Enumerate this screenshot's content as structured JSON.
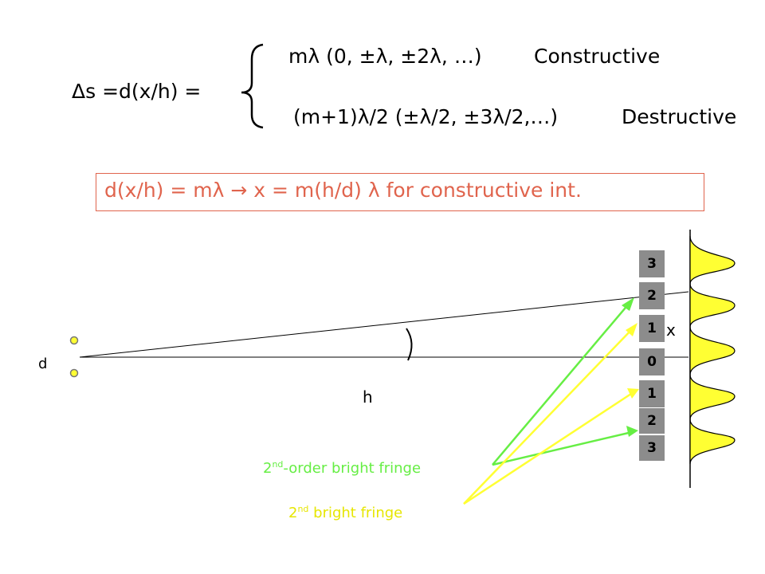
{
  "equation": {
    "lhs": "Δs =d(x/h) =",
    "constructive_expr": "mλ (0, ±λ, ±2λ, …)",
    "constructive_label": "Constructive",
    "destructive_expr": "(m+1)λ/2 (±λ/2, ±3λ/2,…)",
    "destructive_label": "Destructive"
  },
  "condition_box": {
    "text": "d(x/h) = mλ  →  x = m(h/d) λ  for constructive int."
  },
  "diagram": {
    "slit_label": "d",
    "distance_label": "h",
    "position_label": "x",
    "fringe_orders": [
      "3",
      "2",
      "1",
      "0",
      "1",
      "2",
      "3"
    ],
    "green_callout": {
      "sup": "nd",
      "base": "2",
      "text": "-order bright fringe"
    },
    "yellow_callout": {
      "sup": "nd",
      "base": "2",
      "text": " bright fringe"
    }
  },
  "colors": {
    "box": "#e0644d",
    "green": "#66ee44",
    "yellow": "#ffff33",
    "fringe_fill": "#ffff33",
    "fringe_label_bg": "#8c8c8c"
  }
}
